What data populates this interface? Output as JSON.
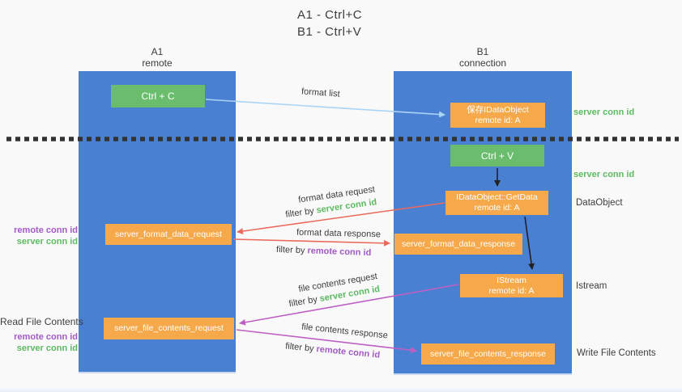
{
  "title": {
    "line1": "A1 - Ctrl+C",
    "line2": "B1 - Ctrl+V"
  },
  "columns": {
    "left": {
      "header_line1": "A1",
      "header_line2": "remote"
    },
    "right": {
      "header_line1": "B1",
      "header_line2": "connection"
    }
  },
  "boxes": {
    "ctrl_c": {
      "label": "Ctrl + C"
    },
    "ctrl_v": {
      "label": "Ctrl + V"
    },
    "save_dataobject": {
      "line1": "保存IDataObject",
      "line2": "remote id: A"
    },
    "getdata": {
      "line1": "IDataObject::GetData",
      "line2": "remote id: A"
    },
    "istream": {
      "line1": "IStream",
      "line2": "remote id: A"
    },
    "format_request": {
      "label": "server_format_data_request"
    },
    "format_response": {
      "label": "server_format_data_response"
    },
    "file_request": {
      "label": "server_file_contents_request"
    },
    "file_response": {
      "label": "server_file_contents_response"
    }
  },
  "arrow_labels": {
    "format_list": "format list",
    "format_data_request": "format data request",
    "filter_server_1": {
      "prefix": "filter by",
      "term": "server conn id"
    },
    "format_data_response": "format data response",
    "filter_remote_1": {
      "prefix": "filter by",
      "term": "remote conn id"
    },
    "file_contents_request": "file contents request",
    "filter_server_2": {
      "prefix": "filter by",
      "term": "server conn id"
    },
    "file_contents_response": "file contents response",
    "filter_remote_2": {
      "prefix": "filter by",
      "term": "remote conn id"
    }
  },
  "side_labels": {
    "server_conn_id_top": "server conn id",
    "server_conn_id_mid": "server conn id",
    "dataobject": "DataObject",
    "istream": "Istream",
    "write_file_contents": "Write File Contents",
    "read_file_contents": "Read File Contents",
    "remote_conn_id_1": "remote conn id",
    "server_conn_id_left_1": "server conn id",
    "remote_conn_id_2": "remote conn id",
    "server_conn_id_left_2": "server conn id"
  },
  "colors": {
    "column_blue": "#4a80d2",
    "box_green": "#6bbd6e",
    "box_orange": "#f5a94b",
    "green_text": "#5dba62",
    "purple_text": "#a35ac6",
    "arrow_red": "#ea6a5c",
    "arrow_magenta": "#bf5fc4",
    "arrow_lightblue": "#aad4f5",
    "arrow_black": "#222222",
    "background": "#f9f9f9"
  }
}
